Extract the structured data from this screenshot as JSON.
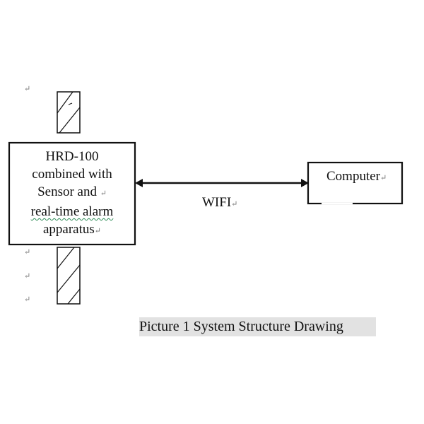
{
  "diagram": {
    "device_box": {
      "line1": "HRD-100",
      "line2": "combined with",
      "line3": "Sensor and",
      "line4": "real-time alarm",
      "line5": "apparatus"
    },
    "computer_box": {
      "label": "Computer"
    },
    "connection": {
      "label": "WIFI"
    },
    "caption": "Picture 1 System Structure Drawing",
    "return_mark": "↵"
  }
}
